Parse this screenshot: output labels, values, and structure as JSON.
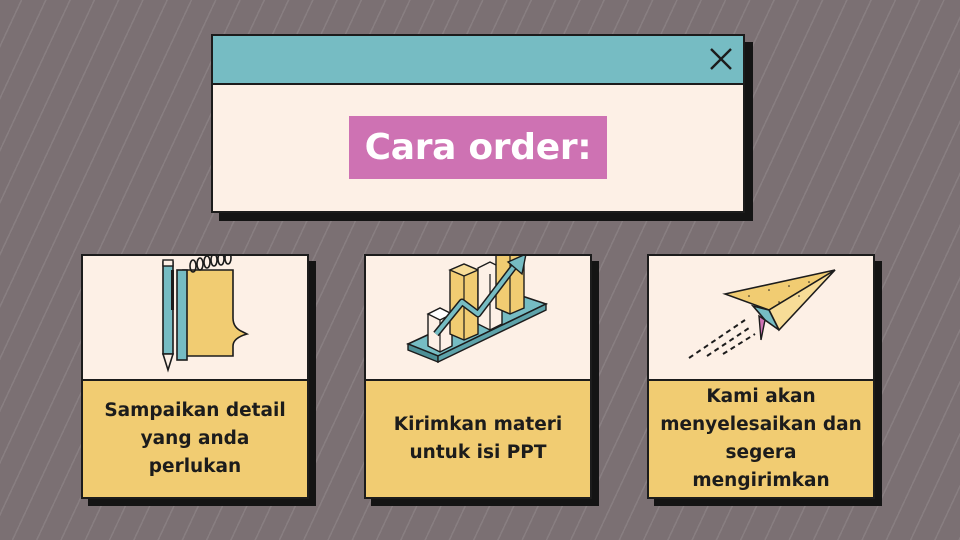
{
  "window": {
    "title": "Cara order:",
    "close_icon": "close-icon"
  },
  "steps": [
    {
      "icon": "notepad-pen-icon",
      "label": "Sampaikan detail yang anda perlukan"
    },
    {
      "icon": "bar-chart-growth-icon",
      "label": "Kirimkan materi untuk isi PPT"
    },
    {
      "icon": "paper-plane-icon",
      "label": "Kami akan menyelesaikan dan segera mengirimkan"
    }
  ],
  "colors": {
    "background": "#7b7073",
    "titlebar": "#76bcc3",
    "panel": "#fdf0e6",
    "heading": "#ce72b3",
    "card_label": "#f1cc72"
  }
}
